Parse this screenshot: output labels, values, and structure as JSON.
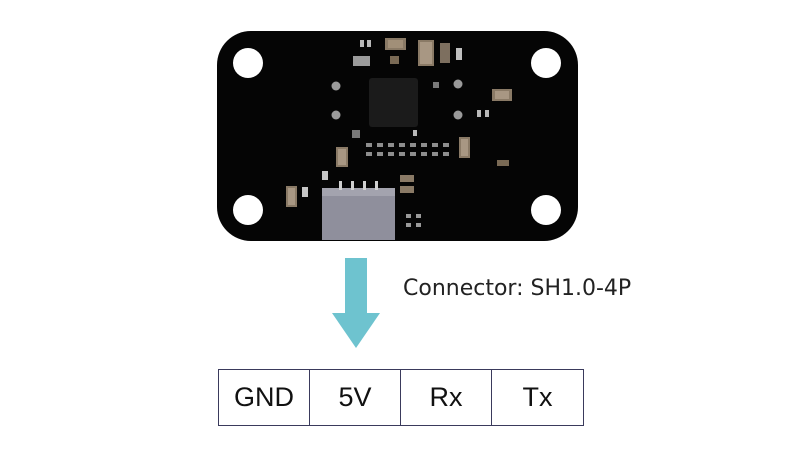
{
  "connector": {
    "label": "Connector: SH1.0-4P"
  },
  "pins": [
    {
      "label": "GND"
    },
    {
      "label": "5V"
    },
    {
      "label": "Rx"
    },
    {
      "label": "Tx"
    }
  ],
  "colors": {
    "board": "#050505",
    "mount_hole": "#ffffff",
    "connector_body": "#8f8f9c",
    "arrow": "#6ec3cf",
    "pin_border": "#3a3a5c",
    "ic_chip": "#1b1b1b",
    "component_tan": "#8a7a66"
  }
}
